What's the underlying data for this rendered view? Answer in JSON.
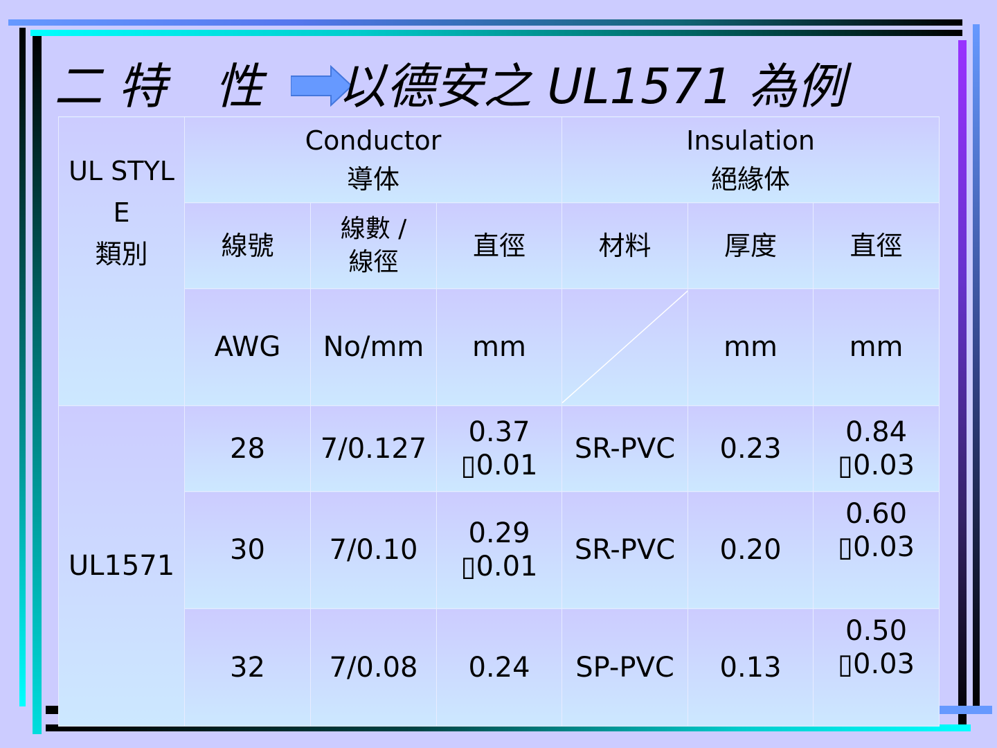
{
  "title": {
    "part1": "二 特　性",
    "part2": "以德安之 UL1571 為例"
  },
  "table": {
    "header": {
      "ul_style_line1": "UL STYL",
      "ul_style_line2": "E",
      "ul_style_line3": "類別",
      "conductor_en": "Conductor",
      "conductor_zh": "導体",
      "insulation_en": "Insulation",
      "insulation_zh": "絕緣体"
    },
    "subheader": {
      "gauge": "線號",
      "strands_line1": "線數 /",
      "strands_line2": "線徑",
      "conductor_dia": "直徑",
      "material": "材料",
      "thickness": "厚度",
      "insulation_dia": "直徑"
    },
    "units": {
      "gauge": "AWG",
      "strands": "No/mm",
      "conductor_dia": "mm",
      "thickness": "mm",
      "insulation_dia": "mm"
    },
    "style_name": "UL1571",
    "rows": [
      {
        "awg": "28",
        "strands": "7/0.127",
        "cond_dia": "0.37",
        "cond_tol": "▯0.01",
        "material": "SR-PVC",
        "thickness": "0.23",
        "ins_dia": "0.84",
        "ins_tol": "▯0.03"
      },
      {
        "awg": "30",
        "strands": "7/0.10",
        "cond_dia": "0.29",
        "cond_tol": "▯0.01",
        "material": "SR-PVC",
        "thickness": "0.20",
        "ins_dia": "0.60",
        "ins_tol": "▯0.03"
      },
      {
        "awg": "32",
        "strands": "7/0.08",
        "cond_dia": "0.24",
        "cond_tol": "",
        "material": "SP-PVC",
        "thickness": "0.13",
        "ins_dia": "0.50",
        "ins_tol": "▯0.03"
      }
    ]
  },
  "icons": {
    "arrow": "right-arrow-icon"
  },
  "colors": {
    "background": "#ccccff",
    "arrow": "#6699ff"
  }
}
